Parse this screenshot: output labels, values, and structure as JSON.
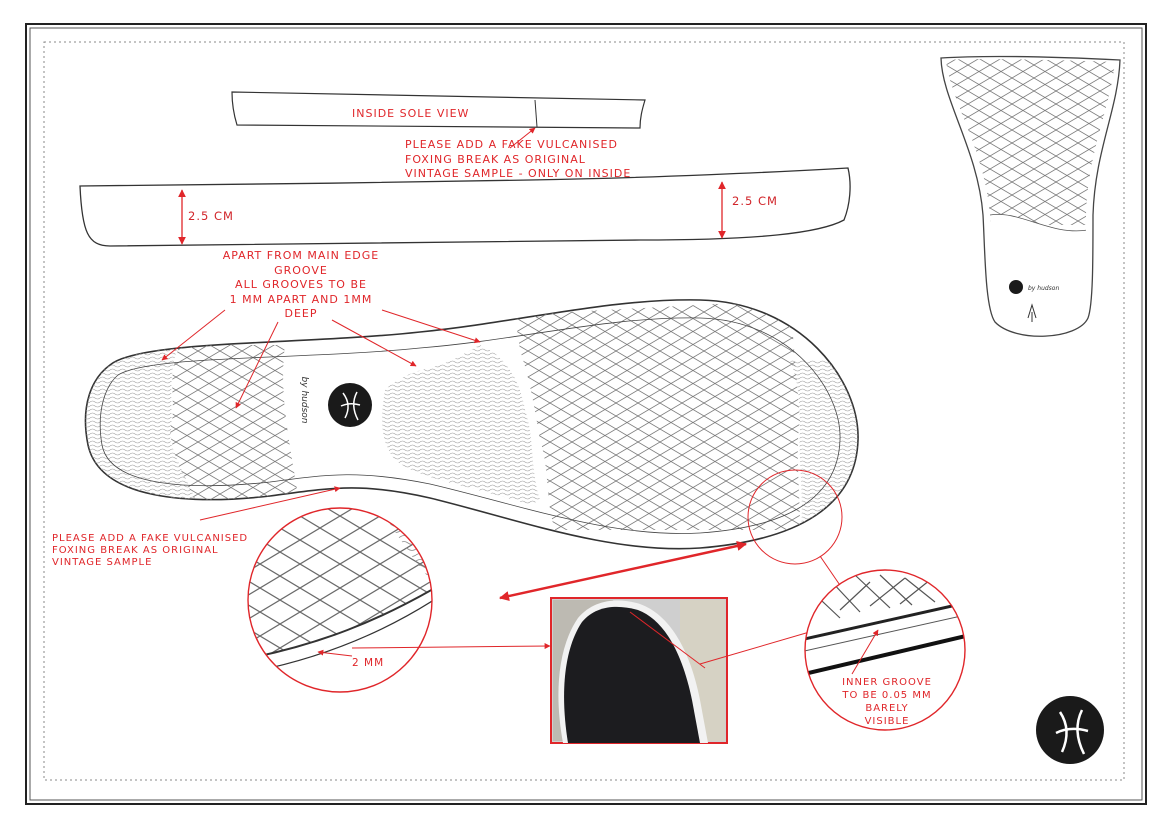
{
  "labels": {
    "inside_sole_view": "INSIDE SOLE VIEW",
    "vulcanised_note_top": [
      "PLEASE ADD A FAKE VULCANISED",
      "FOXING BREAK AS ORIGINAL",
      "VINTAGE SAMPLE - ONLY ON INSIDE"
    ],
    "height_left": "2.5 CM",
    "height_right": "2.5 CM",
    "grooves_note": [
      "APART FROM MAIN EDGE",
      "GROOVE",
      "ALL GROOVES TO BE",
      "1 MM APART AND 1MM",
      "DEEP"
    ],
    "vulcanised_note_bottom": [
      "PLEASE ADD A FAKE VULCANISED",
      "FOXING BREAK AS ORIGINAL",
      "VINTAGE SAMPLE"
    ],
    "edge_width": "2 MM",
    "inner_groove_note": [
      "INNER GROOVE",
      "TO BE 0.05 MM",
      "BARELY",
      "VISIBLE"
    ],
    "brand_script": "by hudson"
  },
  "colors": {
    "annotation": "#e0262a",
    "outline": "#333333",
    "hatch": "#8a8a8a",
    "logo": "#1a1a1a"
  },
  "icons": {
    "logo": "h-monogram-logo",
    "photo": "sample-photo"
  }
}
